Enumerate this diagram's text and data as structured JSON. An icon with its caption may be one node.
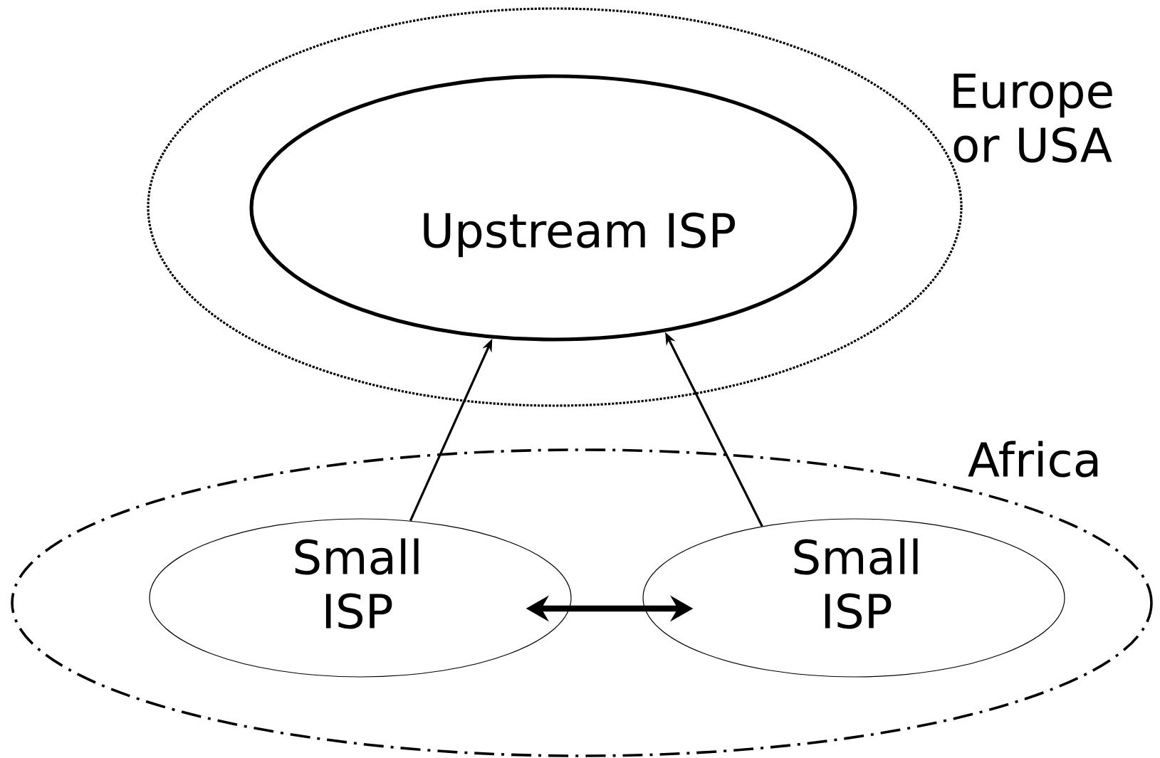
{
  "diagram": {
    "nodes": [
      {
        "text": [
          "Europe or USA"
        ]
      },
      {
        "text": [
          "Upstream ISP"
        ],
        "in": 0
      },
      {
        "text": [
          "Africa"
        ]
      },
      {
        "text": [
          "Small ISP"
        ],
        "in": 2
      },
      {
        "text": [
          "Small ISP"
        ],
        "in": 2
      }
    ],
    "edges": [
      {
        "from": 3,
        "to": 1,
        "arrow": "to"
      },
      {
        "from": 4,
        "to": 1,
        "arrow": "to"
      },
      {
        "from": 3,
        "to": 4,
        "arrow": "both",
        "style": "thick"
      }
    ]
  }
}
